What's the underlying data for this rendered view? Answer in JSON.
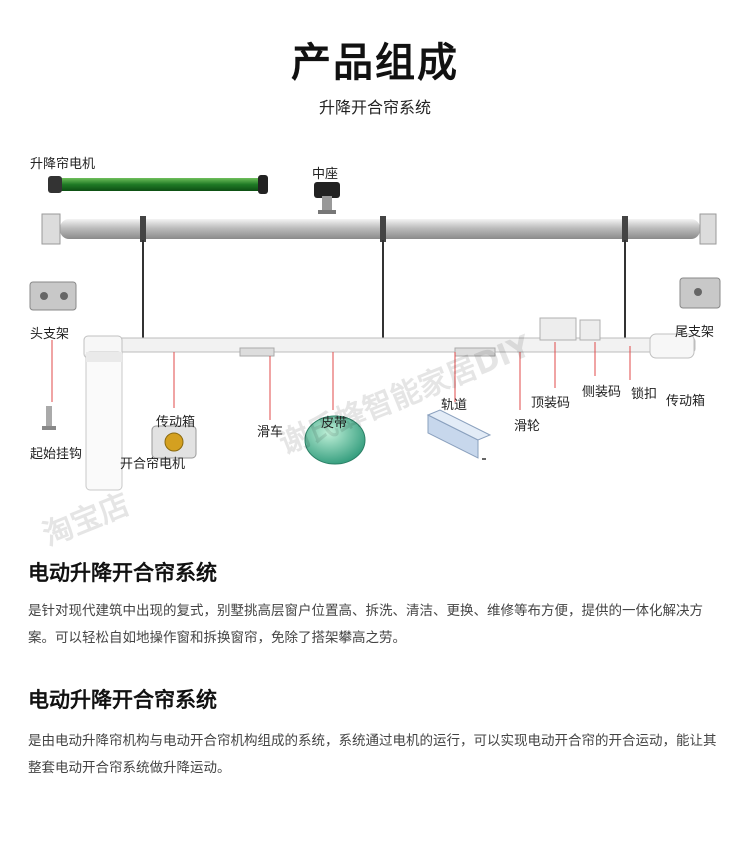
{
  "header": {
    "title": "产品组成",
    "subtitle": "升降开合帘系统"
  },
  "diagram": {
    "labels": {
      "motor_lift": "升降帘电机",
      "middle_seat": "中座",
      "head_bracket": "头支架",
      "tail_bracket": "尾支架",
      "start_hook": "起始挂钩",
      "gearbox_left": "传动箱",
      "open_close_motor": "开合帘电机",
      "trolley": "滑车",
      "belt": "皮带",
      "track": "轨道",
      "pulley": "滑轮",
      "top_clip": "顶装码",
      "side_clip": "侧装码",
      "lock": "锁扣",
      "gearbox_right": "传动箱"
    },
    "watermarks": [
      "谢氏蜂智能家居DIY",
      "淘宝店"
    ]
  },
  "sections": [
    {
      "heading": "电动升降开合帘系统",
      "body": "是针对现代建筑中出现的复式，别墅挑高层窗户位置高、拆洗、清洁、更换、维修等布方便，提供的一体化解决方案。可以轻松自如地操作窗和拆换窗帘，免除了搭架攀高之劳。"
    },
    {
      "heading": "电动升降开合帘系统",
      "body": "是由电动升降帘机构与电动开合帘机构组成的系统，系统通过电机的运行，可以实现电动开合帘的开合运动，能让其整套电动开合帘系统做升降运动。"
    }
  ]
}
